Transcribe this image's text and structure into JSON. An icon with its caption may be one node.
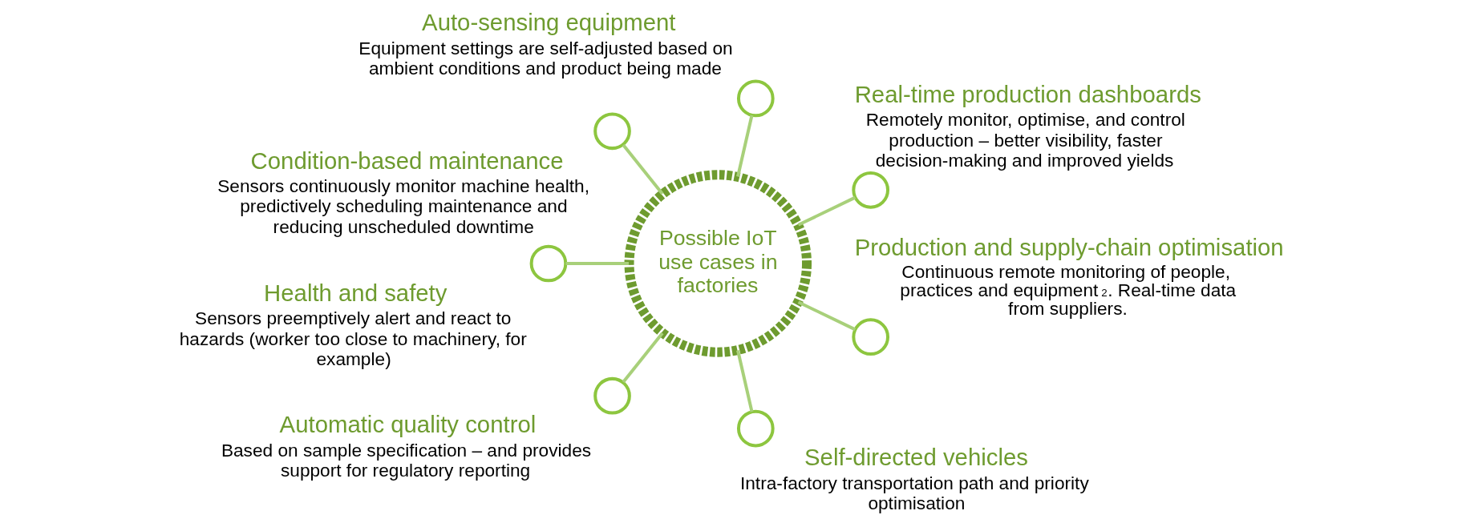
{
  "diagram": {
    "nodes": [
      {
        "text": [
          "Possible IoT use cases in factories"
        ]
      },
      {
        "text": [],
        "shape": "circle",
        "beside": [
          "Real-time production dashboards",
          "Remotely monitor, optimise, and control production – better visibility, faster decision-making and improved yields"
        ]
      },
      {
        "text": [],
        "shape": "circle",
        "beside": [
          "Auto-sensing equipment",
          "Equipment settings are self-adjusted based on ambient conditions and product being made"
        ]
      },
      {
        "text": [],
        "shape": "circle",
        "beside": [
          "Condition-based maintenance",
          "Sensors continuously monitor machine health, predictively scheduling maintenance and reducing unscheduled downtime"
        ]
      },
      {
        "text": [],
        "shape": "circle",
        "beside": [
          "Health and safety",
          "Sensors preemptively alert and react to hazards (worker too close to machinery, for example)"
        ]
      },
      {
        "text": [],
        "shape": "circle",
        "beside": [
          "Automatic quality control",
          "Based on sample specification – and provides support for regulatory reporting"
        ]
      },
      {
        "text": [],
        "shape": "circle",
        "beside": [
          "Self-directed vehicles",
          "Intra-factory transportation path and priority optimisation"
        ]
      },
      {
        "text": [],
        "shape": "circle",
        "beside": [
          "Production and supply-chain optimisation",
          "Continuous remote monitoring of people, practices and equipment$^{2}$. Real-time data from suppliers."
        ]
      }
    ],
    "edges": [
      {
        "from": 0,
        "to": 1,
        "arrow": "none"
      },
      {
        "from": 0,
        "to": 2,
        "arrow": "none"
      },
      {
        "from": 0,
        "to": 3,
        "arrow": "none"
      },
      {
        "from": 0,
        "to": 4,
        "arrow": "none"
      },
      {
        "from": 0,
        "to": 5,
        "arrow": "none"
      },
      {
        "from": 0,
        "to": 6,
        "arrow": "none"
      },
      {
        "from": 0,
        "to": 7,
        "arrow": "none"
      }
    ]
  }
}
